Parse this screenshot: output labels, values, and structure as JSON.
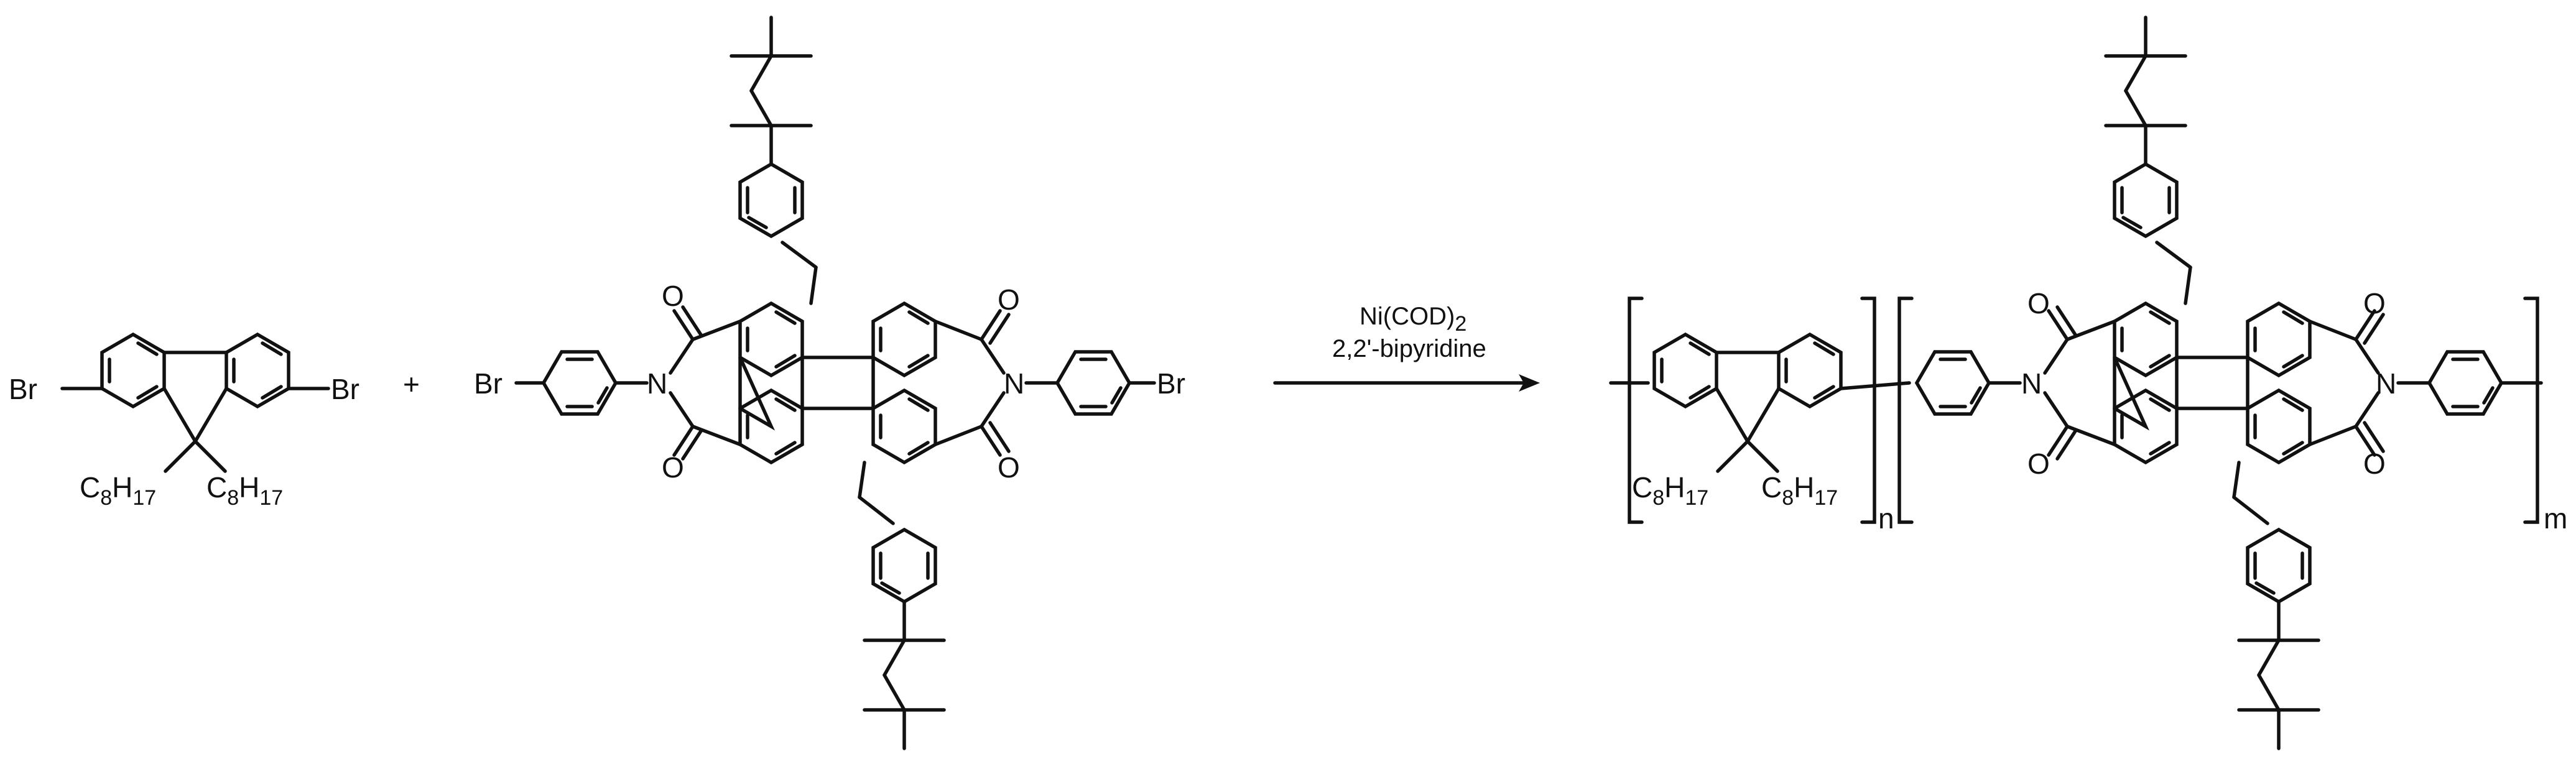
{
  "reaction": {
    "reagent_line1_main": "Ni(COD)",
    "reagent_line1_sub": "2",
    "reagent_line2": "2,2'-bipyridine",
    "plus_sign": "+"
  },
  "atoms": {
    "br": "Br",
    "n": "N",
    "o": "O"
  },
  "alkyl": {
    "c": "C",
    "c_count": "8",
    "h": "H",
    "h_count": "17"
  },
  "polymer": {
    "repeat_n": "n",
    "repeat_m": "m"
  },
  "colors": {
    "ink": "#111111",
    "background": "#ffffff"
  }
}
